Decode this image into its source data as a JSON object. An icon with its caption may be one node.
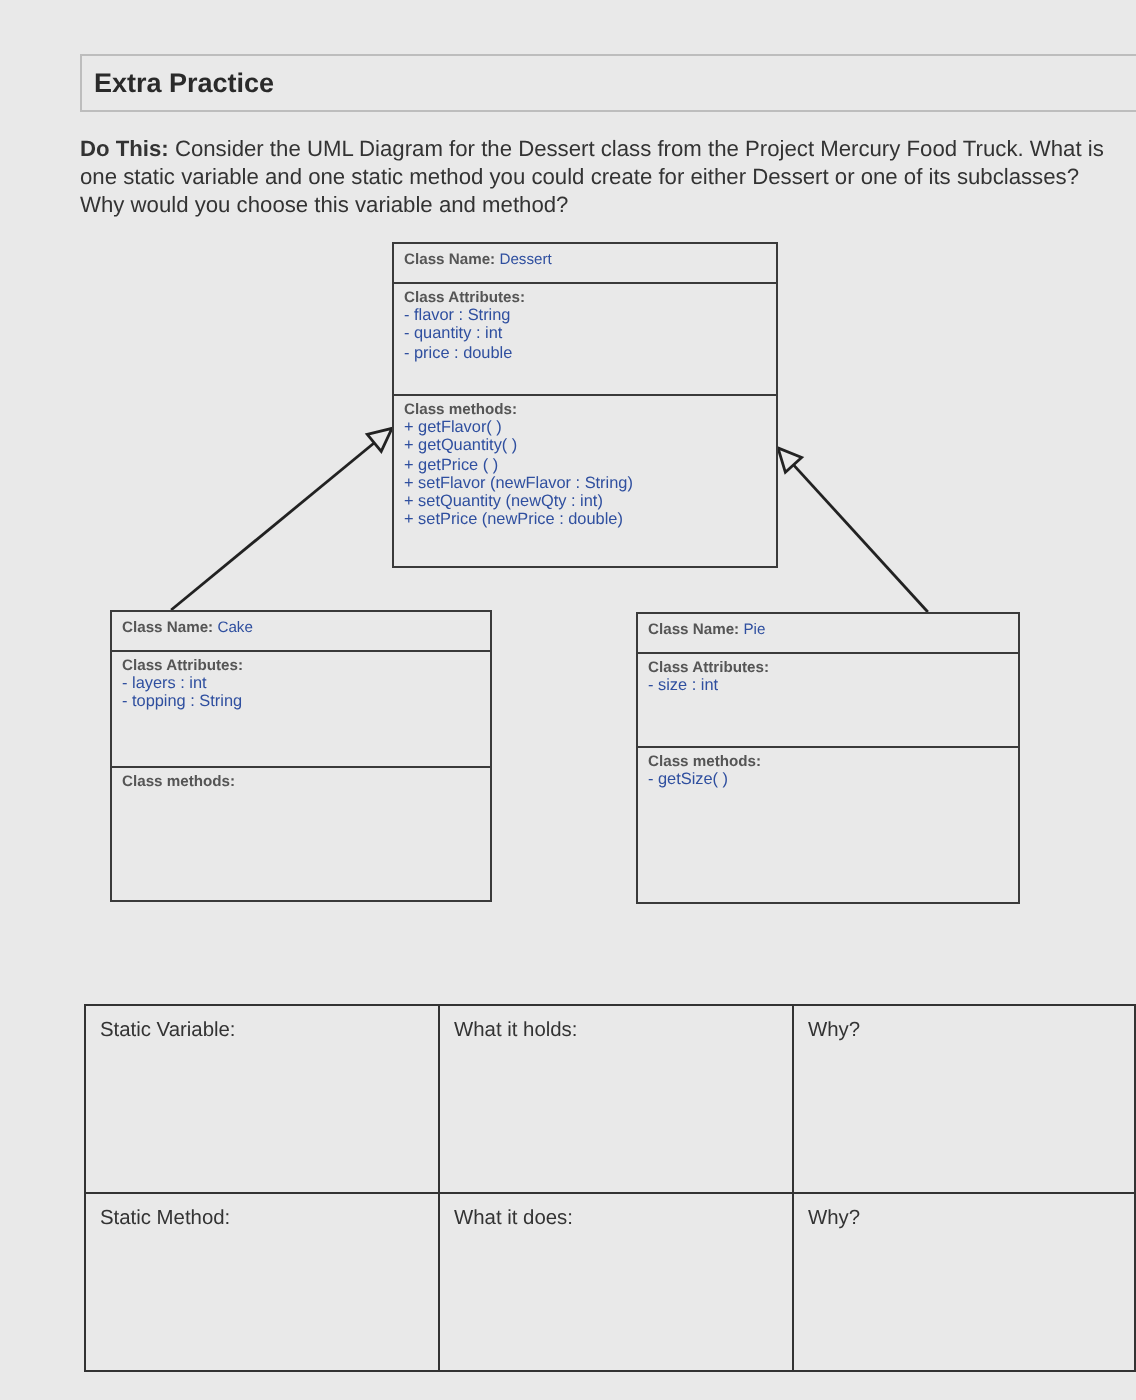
{
  "diagram": {
    "title": "Extra Practice",
    "nodes": [
      {
        "text": [
          "**Class Name:** Dessert",
          "Class Attributes:",
          "- flavor : String",
          "- quantity : int",
          "- price : double",
          "Class methods:",
          "+ getFlavor( )",
          "+ getQuantity( )",
          "+ getPrice ( )",
          "+ setFlavor (newFlavor : String)",
          "+ setQuantity (newQty : int)",
          "+ setPrice (newPrice : double)"
        ]
      },
      {
        "text": [
          "**Class Name:** Cake",
          "Class Attributes:",
          "- layers : int",
          "- topping : String",
          "Class methods:"
        ]
      },
      {
        "text": [
          "**Class Name:** Pie",
          "Class Attributes:",
          "- size : int",
          "Class methods:",
          "- getSize( )"
        ]
      }
    ],
    "edges": [
      {
        "from": 1,
        "to": 0,
        "arrow": "to"
      },
      {
        "from": 2,
        "to": 0,
        "arrow": "to"
      }
    ],
    "labels": [
      "**Do This:** Consider the UML Diagram for the Dessert class from the Project Mercury Food Truck. What is one static variable and one static method you could create for either Dessert or one of its subclasses? Why would you choose this variable and method?",
      "Static Variable:",
      "What it holds:",
      "Why?",
      "Static Method:",
      "What it does:",
      "Why?"
    ]
  }
}
